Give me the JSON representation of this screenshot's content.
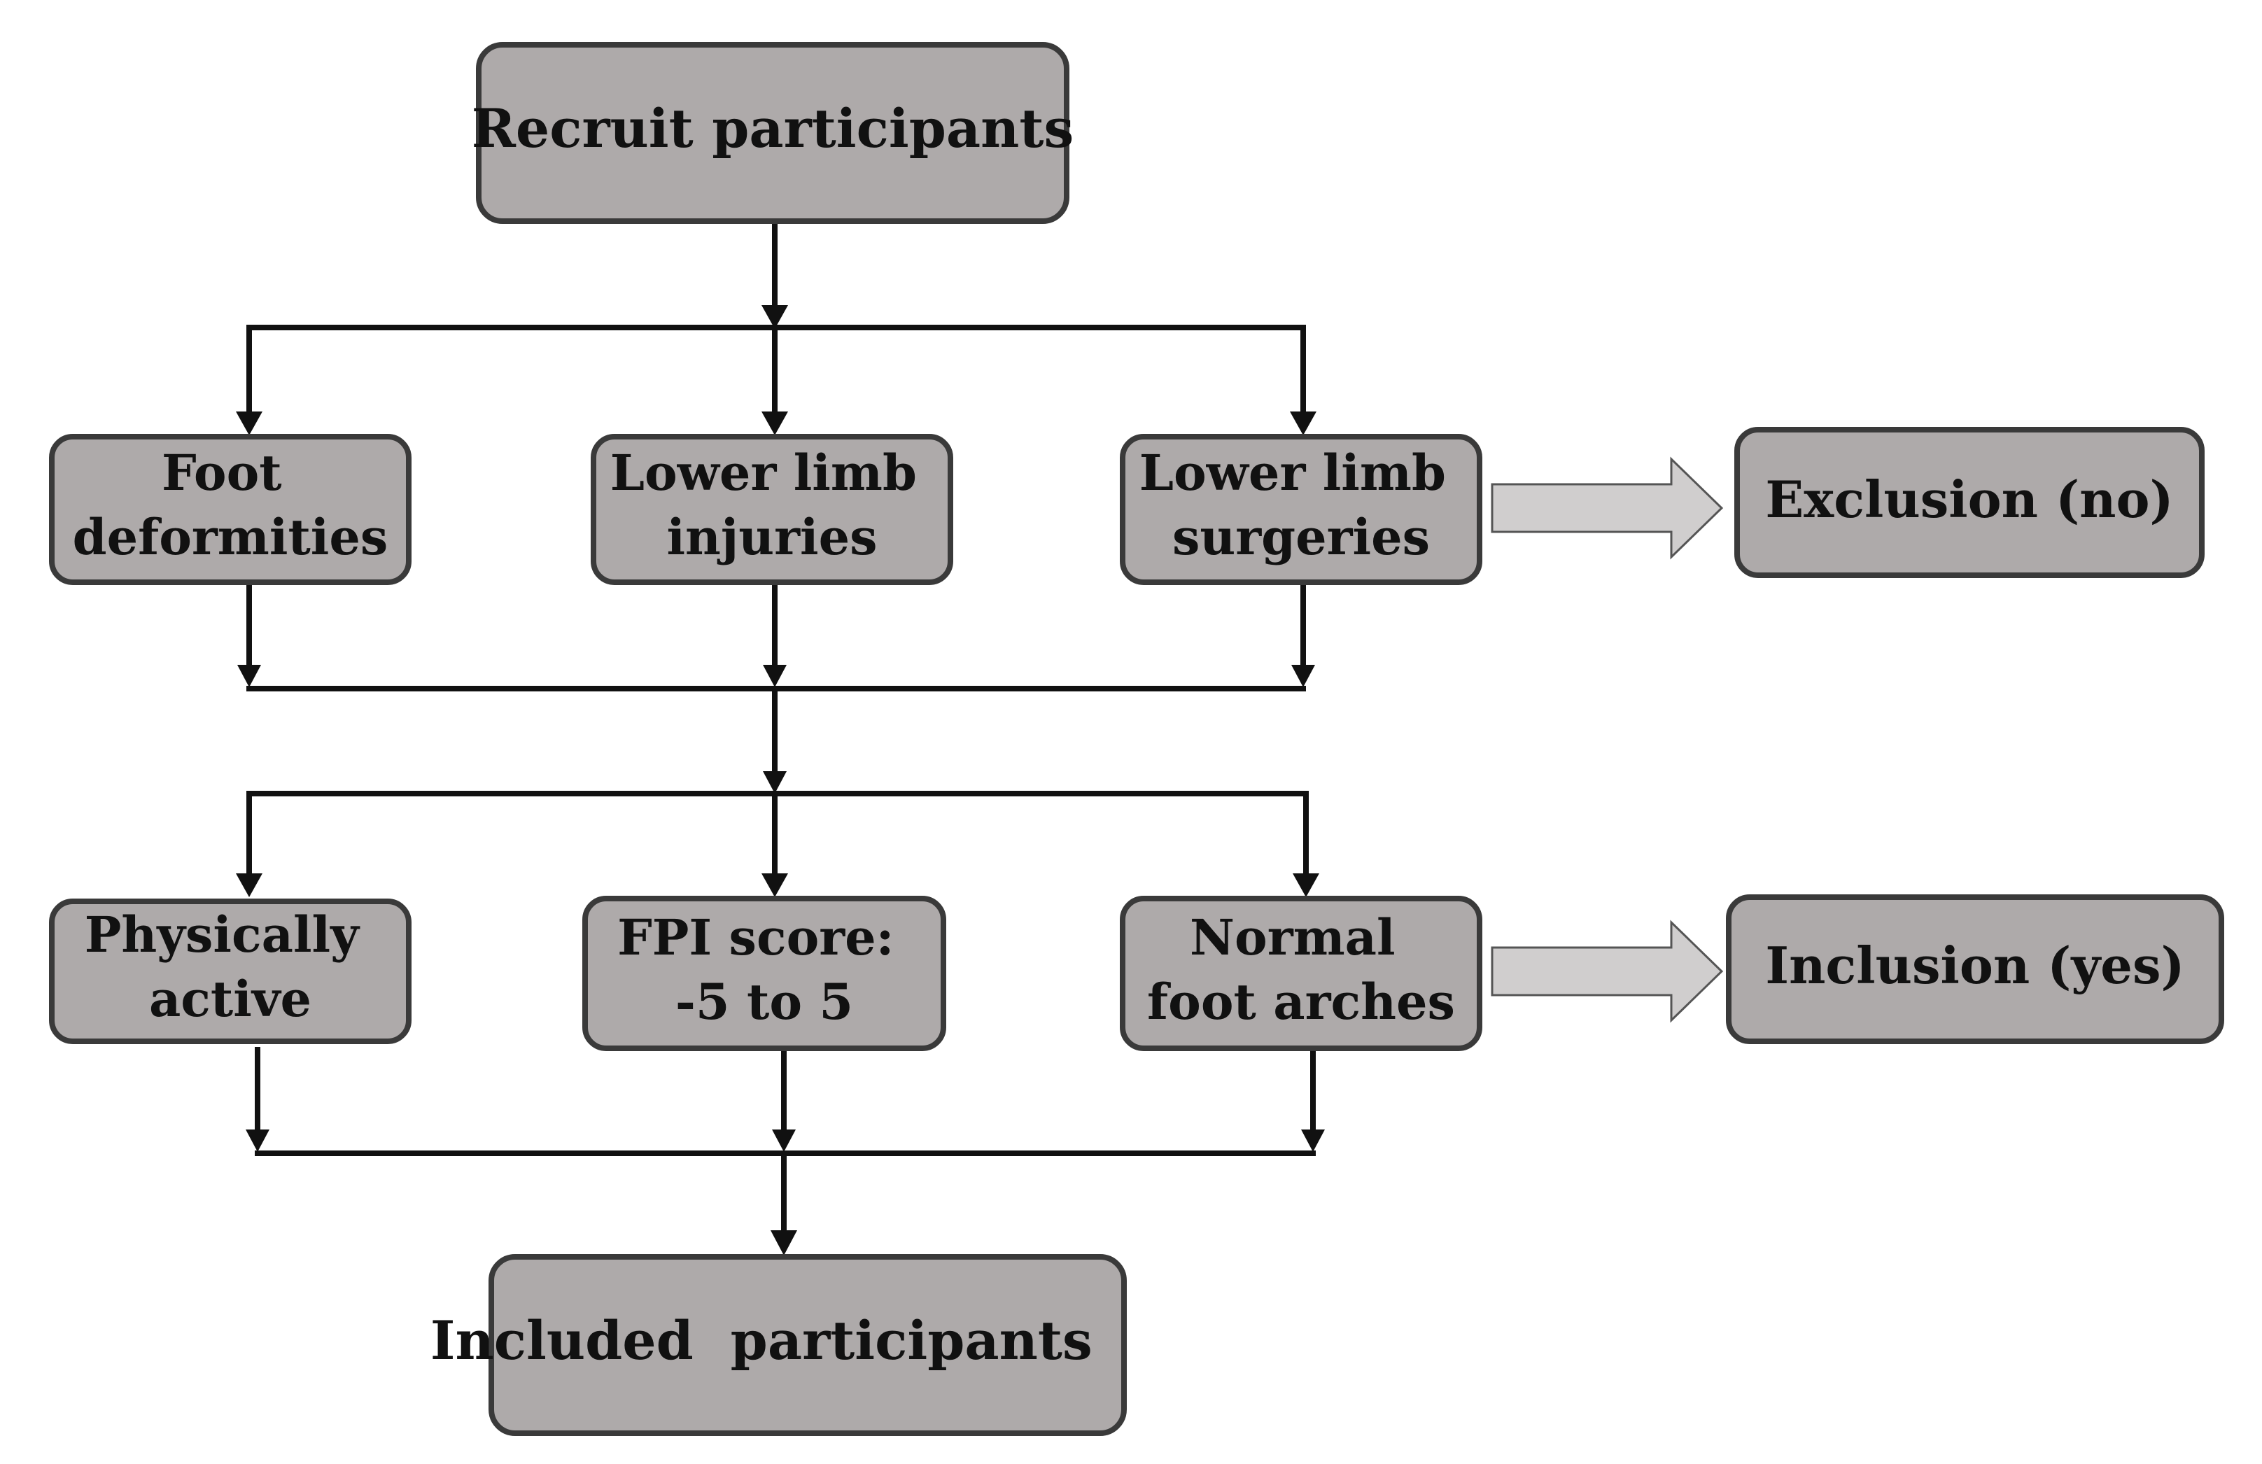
{
  "diagram": {
    "type": "flowchart",
    "colors": {
      "box_fill": "#aeaaaa",
      "box_border": "#3a3a3a",
      "text": "#111111",
      "connector": "#111111",
      "block_arrow_fill": "#d0cece"
    },
    "nodes": {
      "recruit": {
        "lines": [
          "Recruit participants"
        ]
      },
      "foot_deformities": {
        "lines": [
          "Foot",
          "deformities"
        ]
      },
      "lower_limb_injuries": {
        "lines": [
          "Lower limb",
          "injuries"
        ]
      },
      "lower_limb_surgeries": {
        "lines": [
          "Lower limb",
          "surgeries"
        ]
      },
      "exclusion": {
        "lines": [
          "Exclusion (no)"
        ]
      },
      "physically_active": {
        "lines": [
          "Physically",
          "active"
        ]
      },
      "fpi_score": {
        "lines": [
          "FPI score:",
          "-5 to 5"
        ]
      },
      "normal_foot_arches": {
        "lines": [
          "Normal",
          "foot arches"
        ]
      },
      "inclusion": {
        "lines": [
          "Inclusion (yes)"
        ]
      },
      "included": {
        "lines": [
          "Included  participants"
        ]
      }
    },
    "edges": [
      {
        "from": "recruit",
        "to": "foot_deformities"
      },
      {
        "from": "recruit",
        "to": "lower_limb_injuries"
      },
      {
        "from": "recruit",
        "to": "lower_limb_surgeries"
      },
      {
        "from": "lower_limb_surgeries",
        "to": "exclusion",
        "style": "block-arrow"
      },
      {
        "from": "foot_deformities",
        "to": "physically_active"
      },
      {
        "from": "lower_limb_injuries",
        "to": "fpi_score"
      },
      {
        "from": "lower_limb_surgeries",
        "to": "normal_foot_arches"
      },
      {
        "from": "normal_foot_arches",
        "to": "inclusion",
        "style": "block-arrow"
      },
      {
        "from": "physically_active",
        "to": "included"
      },
      {
        "from": "fpi_score",
        "to": "included"
      },
      {
        "from": "normal_foot_arches",
        "to": "included"
      }
    ]
  }
}
